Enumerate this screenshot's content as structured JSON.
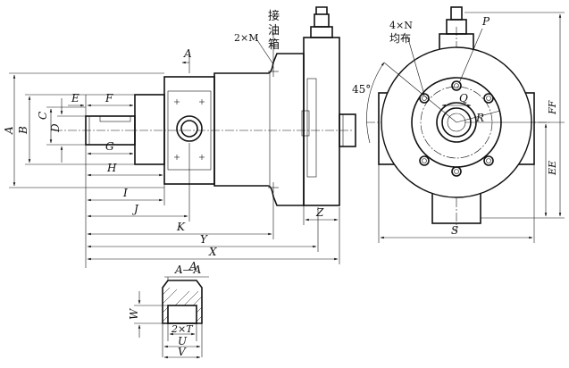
{
  "labels": {
    "dim_A": "A",
    "dim_B": "B",
    "dim_C": "C",
    "dim_D": "D",
    "dim_E": "E",
    "dim_F": "F",
    "dim_G": "G",
    "dim_H": "H",
    "dim_I": "I",
    "dim_J": "J",
    "dim_K": "K",
    "dim_Y": "Y",
    "dim_X": "X",
    "dim_Z": "Z",
    "dim_S": "S",
    "dim_EE": "EE",
    "dim_FF": "FF",
    "dim_P": "P",
    "dim_Q": "Q",
    "dim_R": "R",
    "dim_W": "W",
    "dim_T": "2×T",
    "dim_U": "U",
    "dim_V": "V",
    "section_A": "A",
    "section_title": "A—A",
    "bolt_holes": "2×M",
    "oil_port": "接油箱",
    "oil_port_chars": [
      "接",
      "油",
      "箱"
    ],
    "holes_count": "4×N",
    "evenly_spaced": "均布",
    "angle": "45°"
  }
}
